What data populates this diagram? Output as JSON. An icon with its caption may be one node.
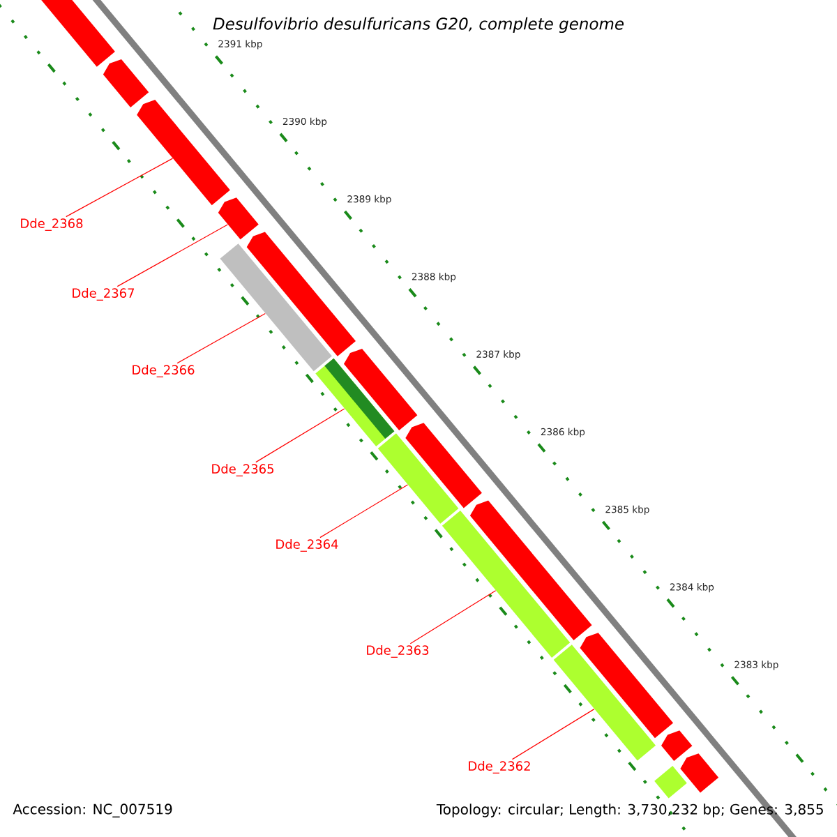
{
  "diagram": {
    "title": "Desulfovibrio desulfuricans G20, complete genome",
    "nodes": [
      {
        "text": [
          "Dde_2368"
        ]
      },
      {
        "text": [
          "Dde_2367"
        ]
      },
      {
        "text": [
          "Dde_2366"
        ]
      },
      {
        "text": [
          "Dde_2365"
        ]
      },
      {
        "text": [
          "Dde_2364"
        ]
      },
      {
        "text": [
          "Dde_2363"
        ]
      },
      {
        "text": [
          "Dde_2362"
        ]
      },
      {
        "text": [],
        "shape": "arrow"
      },
      {
        "text": [],
        "shape": "arrow"
      },
      {
        "text": [],
        "shape": "arrow"
      },
      {
        "text": [],
        "shape": "arrow"
      },
      {
        "text": [],
        "shape": "arrow"
      },
      {
        "text": [],
        "shape": "arrow"
      },
      {
        "text": [],
        "shape": "arrow"
      },
      {
        "text": [],
        "shape": "arrow"
      },
      {
        "text": [],
        "shape": "arrow"
      },
      {
        "text": [],
        "shape": "arrow"
      },
      {
        "text": [],
        "shape": "arrow"
      },
      {
        "text": [],
        "shape": "bar"
      },
      {
        "text": [],
        "shape": "bar"
      },
      {
        "text": [],
        "shape": "bar"
      },
      {
        "text": [],
        "shape": "bar"
      },
      {
        "text": [],
        "shape": "bar"
      },
      {
        "text": [],
        "shape": "bar"
      }
    ],
    "edges": [
      {
        "from": 0,
        "to": 9,
        "arrow": "none"
      },
      {
        "from": 1,
        "to": 10,
        "arrow": "none"
      },
      {
        "from": 2,
        "to": 18,
        "arrow": "none"
      },
      {
        "from": 3,
        "to": 19,
        "arrow": "none"
      },
      {
        "from": 4,
        "to": 20,
        "arrow": "none"
      },
      {
        "from": 5,
        "to": 21,
        "arrow": "none"
      },
      {
        "from": 6,
        "to": 22,
        "arrow": "none"
      }
    ],
    "labels": [
      "2391 kbp",
      "2390 kbp",
      "2389 kbp",
      "2388 kbp",
      "2387 kbp",
      "2386 kbp",
      "2385 kbp",
      "2384 kbp",
      "2383 kbp",
      "Accession: NC_007519",
      "Topology: circular; Length: 3,730,232 bp; Genes: 3,855"
    ]
  }
}
